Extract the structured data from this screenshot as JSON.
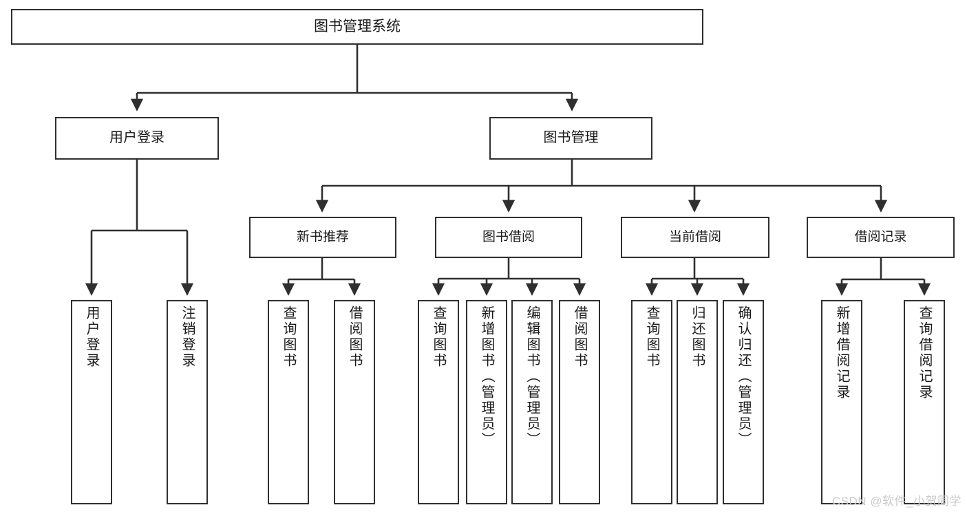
{
  "diagram": {
    "title": "图书管理系统",
    "type": "hierarchy-tree",
    "colors": {
      "border": "#2f2f2f",
      "background": "#ffffff",
      "text": "#1a1a1a",
      "watermark": "#c9c9c9"
    },
    "root": {
      "label": "图书管理系统"
    },
    "level2": [
      {
        "label": "用户登录"
      },
      {
        "label": "图书管理"
      }
    ],
    "level3": [
      {
        "label": "新书推荐"
      },
      {
        "label": "图书借阅"
      },
      {
        "label": "当前借阅"
      },
      {
        "label": "借阅记录"
      }
    ],
    "leaves": {
      "user_login": [
        {
          "label": "用户登录"
        },
        {
          "label": "注销登录"
        }
      ],
      "new_book_recommend": [
        {
          "label": "查询图书"
        },
        {
          "label": "借阅图书"
        }
      ],
      "book_borrow": [
        {
          "label": "查询图书"
        },
        {
          "label": "新增图书（管理员）"
        },
        {
          "label": "编辑图书（管理员）"
        },
        {
          "label": "借阅图书"
        }
      ],
      "current_borrow": [
        {
          "label": "查询图书"
        },
        {
          "label": "归还图书"
        },
        {
          "label": "确认归还（管理员）"
        }
      ],
      "borrow_record": [
        {
          "label": "新增借阅记录"
        },
        {
          "label": "查询借阅记录"
        }
      ]
    }
  },
  "watermark": {
    "text": "CSDN @软件_小贺同学"
  }
}
